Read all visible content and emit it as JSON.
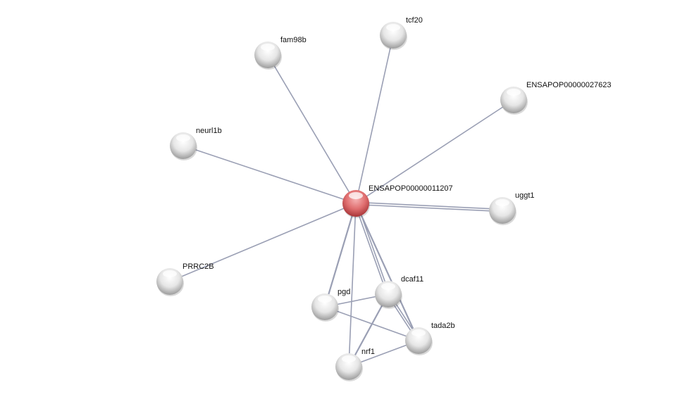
{
  "network": {
    "query_node": "ENSAPOP00000011207",
    "nodes": [
      {
        "id": "ENSAPOP00000011207",
        "label": "ENSAPOP00000011207",
        "query": true
      },
      {
        "id": "tcf20",
        "label": "tcf20"
      },
      {
        "id": "fam98b",
        "label": "fam98b"
      },
      {
        "id": "ENSAPOP00000027623",
        "label": "ENSAPOP00000027623"
      },
      {
        "id": "neurl1b",
        "label": "neurl1b"
      },
      {
        "id": "uggt1",
        "label": "uggt1"
      },
      {
        "id": "PRRC2B",
        "label": "PRRC2B"
      },
      {
        "id": "pgd",
        "label": "pgd"
      },
      {
        "id": "dcaf11",
        "label": "dcaf11"
      },
      {
        "id": "tada2b",
        "label": "tada2b"
      },
      {
        "id": "nrf1",
        "label": "nrf1"
      }
    ],
    "edges": [
      {
        "source": "ENSAPOP00000011207",
        "target": "tcf20",
        "strength": 1
      },
      {
        "source": "ENSAPOP00000011207",
        "target": "fam98b",
        "strength": 1
      },
      {
        "source": "ENSAPOP00000011207",
        "target": "ENSAPOP00000027623",
        "strength": 1
      },
      {
        "source": "ENSAPOP00000011207",
        "target": "neurl1b",
        "strength": 1
      },
      {
        "source": "ENSAPOP00000011207",
        "target": "uggt1",
        "strength": 3
      },
      {
        "source": "ENSAPOP00000011207",
        "target": "PRRC2B",
        "strength": 1
      },
      {
        "source": "ENSAPOP00000011207",
        "target": "pgd",
        "strength": 2
      },
      {
        "source": "ENSAPOP00000011207",
        "target": "nrf1",
        "strength": 1
      },
      {
        "source": "ENSAPOP00000011207",
        "target": "dcaf11",
        "strength": 3
      },
      {
        "source": "ENSAPOP00000011207",
        "target": "tada2b",
        "strength": 2
      },
      {
        "source": "pgd",
        "target": "dcaf11",
        "strength": 1
      },
      {
        "source": "pgd",
        "target": "tada2b",
        "strength": 1
      },
      {
        "source": "dcaf11",
        "target": "tada2b",
        "strength": 3
      },
      {
        "source": "dcaf11",
        "target": "nrf1",
        "strength": 2
      },
      {
        "source": "nrf1",
        "target": "tada2b",
        "strength": 1
      }
    ],
    "colors": {
      "query_node": "#d9585a",
      "node": "#d8d8d8",
      "edge": "#9a9fb4"
    }
  }
}
